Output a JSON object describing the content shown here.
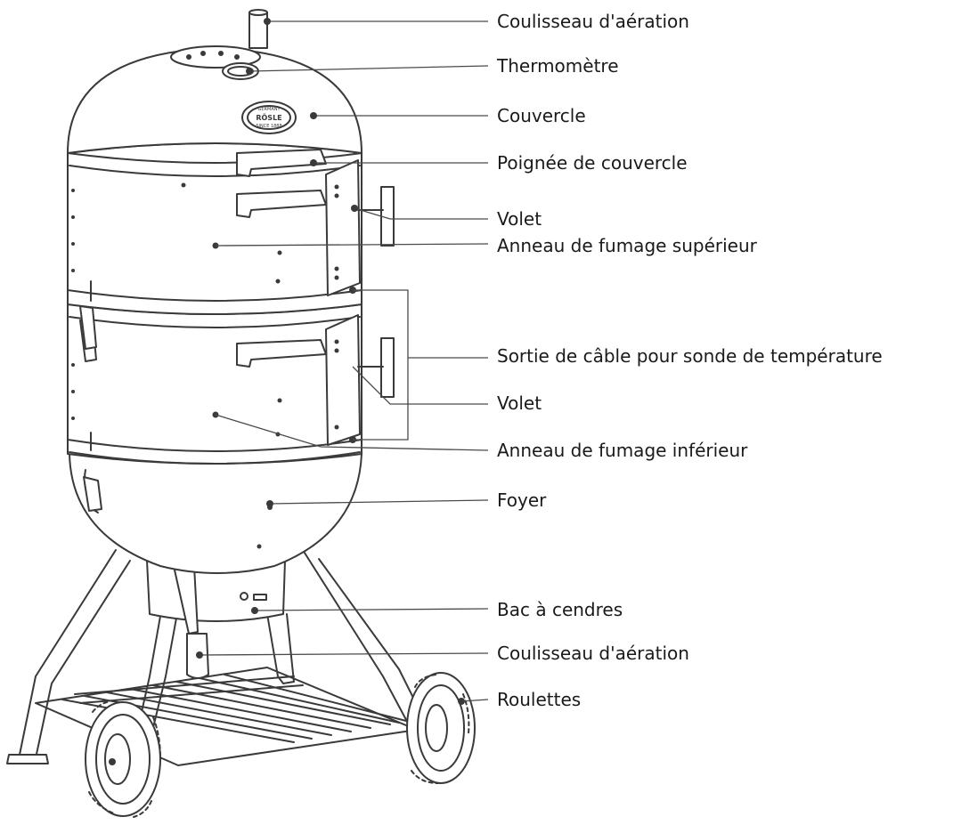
{
  "brand": {
    "logo_text": "RÖSLE",
    "logo_top": "GERMANY",
    "logo_bottom": "SINCE 1888"
  },
  "callouts": [
    {
      "id": "top-vent",
      "label": "Coulisseau d'aération"
    },
    {
      "id": "thermometer",
      "label": "Thermomètre"
    },
    {
      "id": "lid",
      "label": "Couvercle"
    },
    {
      "id": "lid-handle",
      "label": "Poignée de couvercle"
    },
    {
      "id": "upper-door",
      "label": "Volet"
    },
    {
      "id": "upper-ring",
      "label": "Anneau de fumage supérieur"
    },
    {
      "id": "probe-outlet",
      "label": "Sortie de câble pour sonde de température"
    },
    {
      "id": "lower-door",
      "label": "Volet"
    },
    {
      "id": "lower-ring",
      "label": "Anneau de fumage inférieur"
    },
    {
      "id": "firebox",
      "label": "Foyer"
    },
    {
      "id": "ash-pan",
      "label": "Bac à cendres"
    },
    {
      "id": "bottom-vent",
      "label": "Coulisseau d'aération"
    },
    {
      "id": "wheels",
      "label": "Roulettes"
    }
  ]
}
